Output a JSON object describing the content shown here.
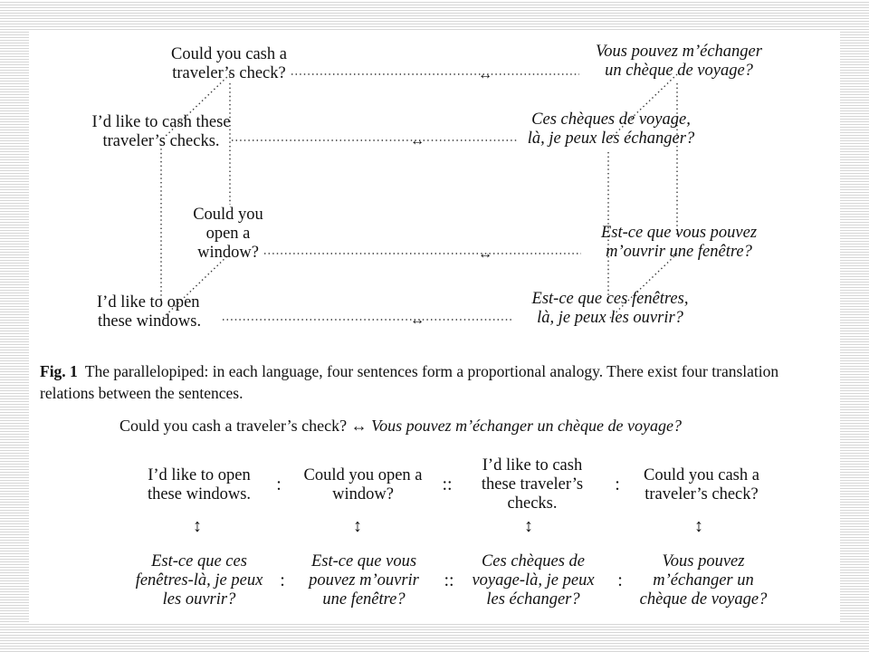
{
  "diagram": {
    "en1": [
      "Could you cash a",
      "traveler’s check?"
    ],
    "en2": [
      "I’d like to cash these",
      "traveler’s checks."
    ],
    "en3": [
      "Could you",
      "open a",
      "window?"
    ],
    "en4": [
      "I’d like to open",
      "these windows."
    ],
    "fr1": [
      "Vous pouvez m’échanger",
      "un chèque de voyage?"
    ],
    "fr2": [
      "Ces chèques de voyage,",
      "là, je peux les échanger?"
    ],
    "fr3": [
      "Est-ce que vous pouvez",
      "m’ouvrir une fenêtre?"
    ],
    "fr4": [
      "Est-ce que ces fenêtres,",
      "là, je peux les ouvrir?"
    ],
    "translation_arrow": "↔"
  },
  "caption": {
    "label": "Fig. 1",
    "text": "The parallelopiped: in each language, four sentences form a proportional analogy. There exist four translation relations between the sentences."
  },
  "analogy": {
    "translation_line": {
      "english": "Could you cash a traveler’s check?",
      "arrow": "↔",
      "french": "Vous pouvez m’échanger un chèque de voyage?"
    },
    "english_row": [
      [
        "I’d like to open",
        "these windows."
      ],
      [
        "Could you open a",
        "window?"
      ],
      [
        "I’d like to cash",
        "these traveler’s",
        "checks."
      ],
      [
        "Could you cash a",
        "traveler’s check?"
      ]
    ],
    "french_row": [
      [
        "Est-ce que ces",
        "fenêtres-là, je peux",
        "les ouvrir?"
      ],
      [
        "Est-ce que vous",
        "pouvez m’ouvrir",
        "une fenêtre?"
      ],
      [
        "Ces chèques de",
        "voyage-là, je peux",
        "les échanger?"
      ],
      [
        "Vous pouvez",
        "m’échanger un",
        "chèque de voyage?"
      ]
    ],
    "ratio_sign": ":",
    "proportion_sign": "::",
    "vertical_arrow": "↕"
  }
}
